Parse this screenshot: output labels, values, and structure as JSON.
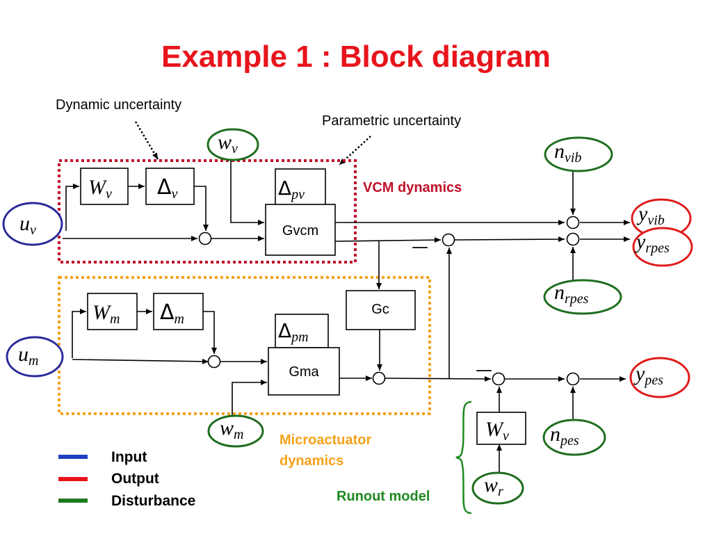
{
  "title": "Example 1 : Block diagram",
  "annotations": {
    "dynamic_uncertainty": "Dynamic uncertainty",
    "parametric_uncertainty": "Parametric uncertainty"
  },
  "groups": {
    "vcm": "VCM dynamics",
    "micro_line1": "Microactuator",
    "micro_line2": "dynamics",
    "runout": "Runout model"
  },
  "blocks": {
    "wv_weight": {
      "base": "W",
      "sub": "v"
    },
    "delta_v": {
      "base": "Δ",
      "sub": "v"
    },
    "delta_pv": {
      "base": "Δ",
      "sub": "pv"
    },
    "gvcm": "Gvcm",
    "wm_weight": {
      "base": "W",
      "sub": "m"
    },
    "delta_m": {
      "base": "Δ",
      "sub": "m"
    },
    "delta_pm": {
      "base": "Δ",
      "sub": "pm"
    },
    "gma": "Gma",
    "gc": "Gc",
    "runout_weight": {
      "base": "W",
      "sub": "v"
    }
  },
  "signals": {
    "u_v": {
      "base": "u",
      "sub": "v",
      "kind": "input"
    },
    "u_m": {
      "base": "u",
      "sub": "m",
      "kind": "input"
    },
    "w_v": {
      "base": "w",
      "sub": "v",
      "kind": "disturbance"
    },
    "w_m": {
      "base": "w",
      "sub": "m",
      "kind": "disturbance"
    },
    "w_r": {
      "base": "w",
      "sub": "r",
      "kind": "disturbance"
    },
    "n_vib": {
      "base": "n",
      "sub": "vib",
      "kind": "disturbance"
    },
    "n_rpes": {
      "base": "n",
      "sub": "rpes",
      "kind": "disturbance"
    },
    "n_pes": {
      "base": "n",
      "sub": "pes",
      "kind": "disturbance"
    },
    "y_vib": {
      "base": "y",
      "sub": "vib",
      "kind": "output"
    },
    "y_rpes": {
      "base": "y",
      "sub": "rpes",
      "kind": "output"
    },
    "y_pes": {
      "base": "y",
      "sub": "pes",
      "kind": "output"
    }
  },
  "minus_signs": [
    "—",
    "—"
  ],
  "legend": [
    {
      "label": "Input",
      "color": "#1f3fbf"
    },
    {
      "label": "Output",
      "color": "#e8141c"
    },
    {
      "label": "Disturbance",
      "color": "#1e7a1e"
    }
  ],
  "colors": {
    "title": "#e8141c",
    "input": "#2a2a9a",
    "output": "#e01b1b",
    "disturbance": "#1e6e1e",
    "vcm_frame": "#c0102a",
    "micro_frame": "#f5a21b",
    "vcm_label": "#c0102a",
    "micro_label": "#f5a21b",
    "runout_label": "#1f8a1f"
  }
}
